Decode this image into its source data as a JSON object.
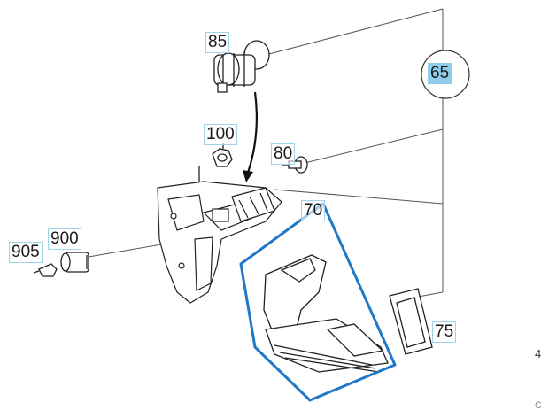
{
  "callouts": {
    "c85": "85",
    "c100": "100",
    "c80": "80",
    "c70": "70",
    "c900": "900",
    "c905": "905",
    "c75": "75",
    "c65": "65"
  },
  "edge_glyphs": [
    "4",
    "C"
  ],
  "colors": {
    "selection_outline": "#1f78c8",
    "callout_border": "#9fd3ec",
    "callout_selected_fill": "#8fcdea",
    "line_art": "#222222"
  },
  "icons": {
    "group_circle": "circle-callout-icon",
    "selection": "selection-outline-icon"
  }
}
